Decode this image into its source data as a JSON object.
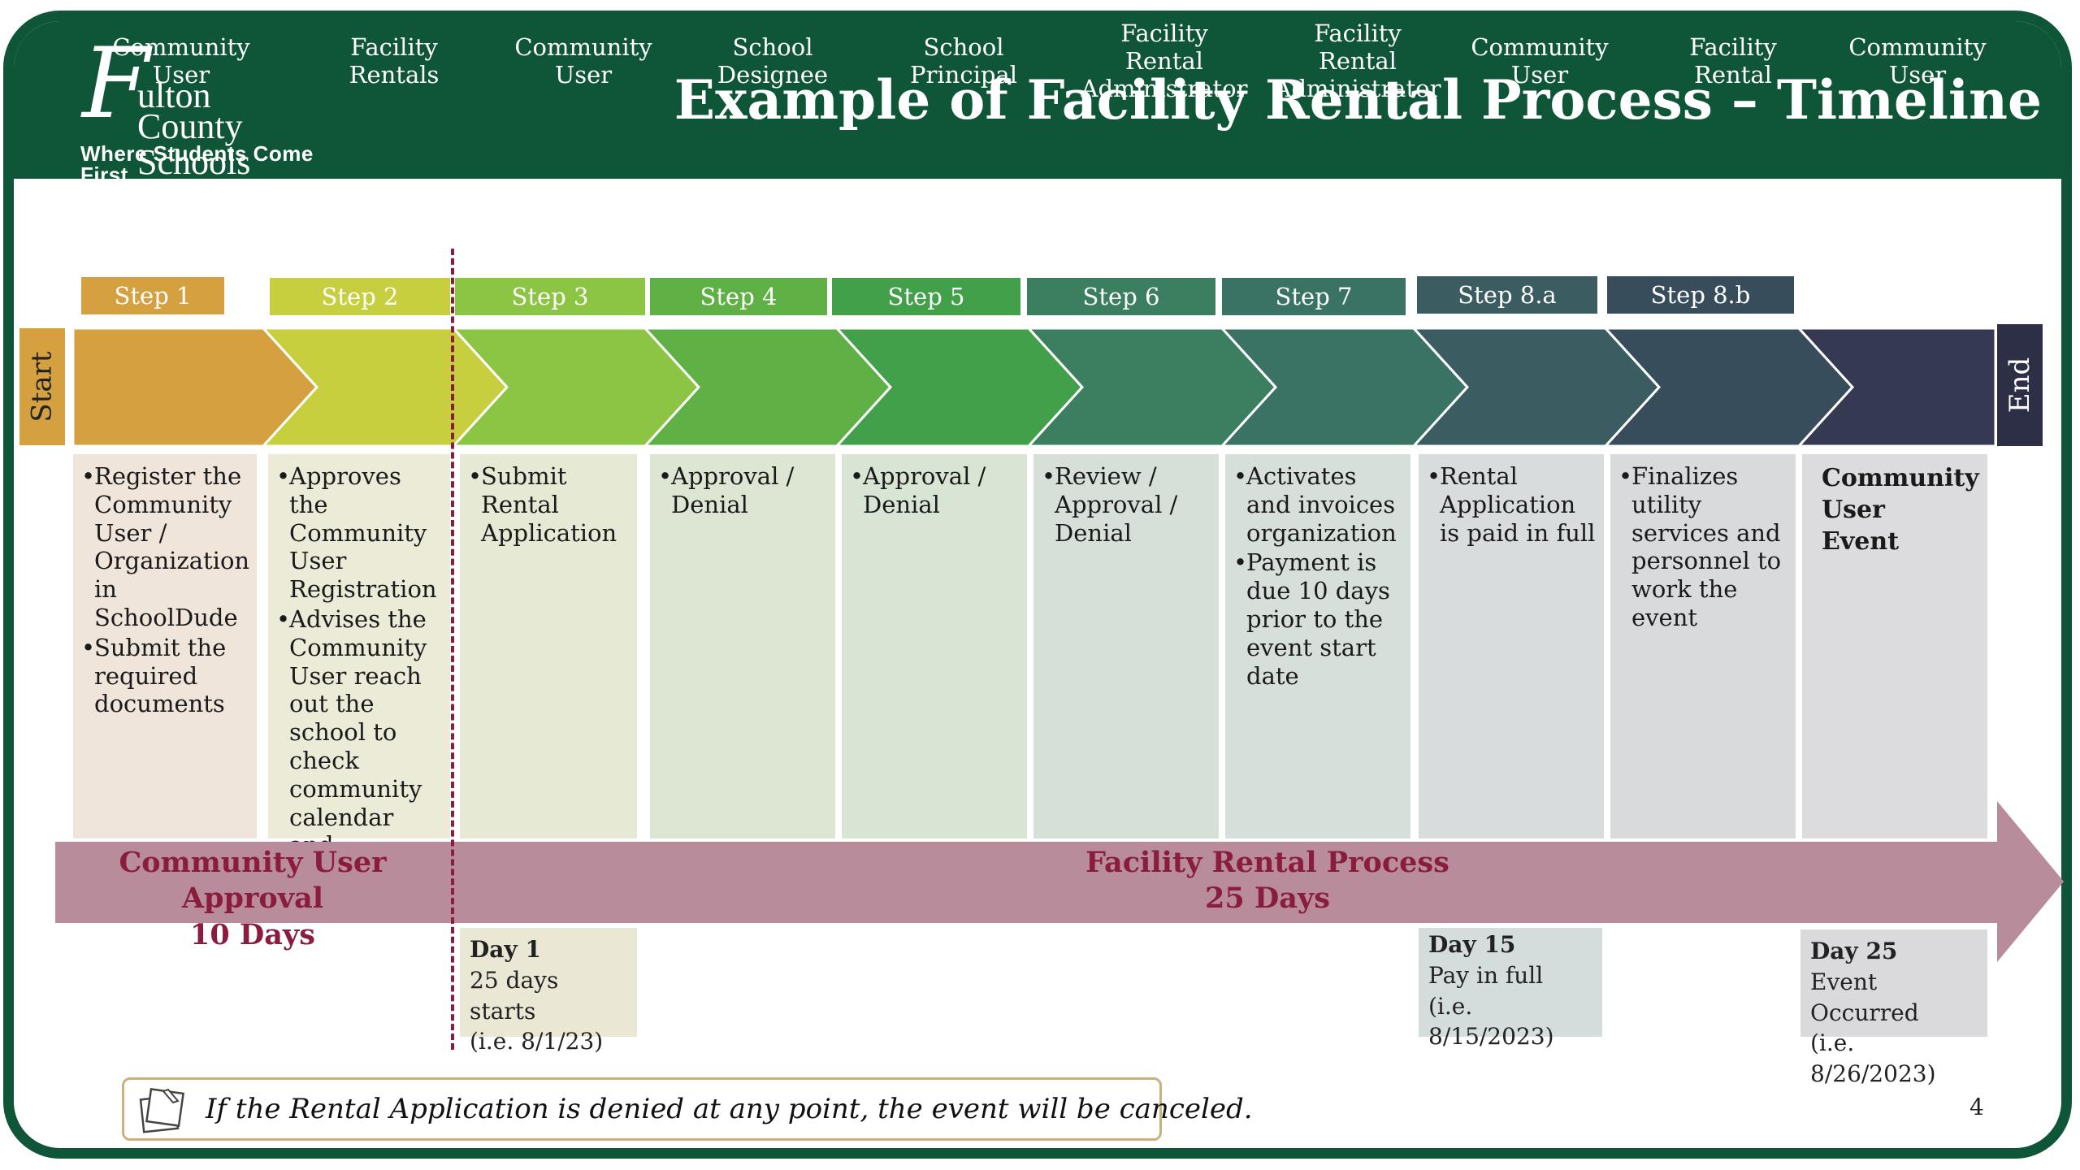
{
  "header": {
    "logo": {
      "mark": "F",
      "line1": "ulton",
      "line2": "County Schools",
      "tagline": "Where Students Come First"
    },
    "title": "Example of Facility Rental Process – Timeline"
  },
  "start_label": "Start",
  "end_label": "End",
  "colors": {
    "header_green": "#0f5538",
    "band": "#b98c9b",
    "band_text": "#8a1c3e",
    "divider": "#8a1c3e"
  },
  "steps": [
    {
      "label": "Step 1",
      "name": "Community\nUser",
      "color": "#d4a040",
      "bg": "#efe5db",
      "items": [
        "Register the Community User / Organization in SchoolDude",
        "Submit the required documents"
      ]
    },
    {
      "label": "Step 2",
      "name": "Facility\nRentals",
      "color": "#c8cf3e",
      "bg": "#ecebd8",
      "items": [
        "Approves the Community User Registration",
        "Advises the Community User reach out the school to check community calendar and availability."
      ]
    },
    {
      "label": "Step 3",
      "name": "Community\nUser",
      "color": "#8cc543",
      "bg": "#e6ead4",
      "items": [
        "Submit Rental Application"
      ]
    },
    {
      "label": "Step 4",
      "name": "School\nDesignee",
      "color": "#5fb045",
      "bg": "#dde6d2",
      "items": [
        "Approval / Denial"
      ]
    },
    {
      "label": "Step 5",
      "name": "School\nPrincipal",
      "color": "#41a049",
      "bg": "#d8e4d4",
      "items": [
        "Approval / Denial"
      ]
    },
    {
      "label": "Step 6",
      "name": "Facility\nRental\nAdministrator",
      "color": "#3b7f60",
      "bg": "#d6e0d9",
      "items": [
        "Review / Approval / Denial"
      ]
    },
    {
      "label": "Step 7",
      "name": "Facility\nRental\nAdministrator",
      "color": "#3a7363",
      "bg": "#d7dfdb",
      "items": [
        "Activates and invoices organization",
        "Payment is due 10 days prior to the event start date"
      ]
    },
    {
      "label": "Step 8.a",
      "name": "Community\nUser",
      "color": "#3b5d62",
      "bg": "#d8dcdc",
      "items": [
        "Rental Application is paid in full"
      ]
    },
    {
      "label": "Step 8.b",
      "name": "Facility\nRental",
      "color": "#384d5c",
      "bg": "#d9dadc",
      "items": [
        "Finalizes utility services and personnel to work the event"
      ]
    },
    {
      "label": "",
      "name": "Community\nUser",
      "color": "#353a52",
      "bg": "#dcdcdf",
      "event": "Community User Event"
    }
  ],
  "band": {
    "left": {
      "line1": "Community User Approval",
      "line2": "10 Days"
    },
    "right": {
      "line1": "Facility Rental Process",
      "line2": "25 Days"
    }
  },
  "day_boxes": [
    {
      "head": "Day 1",
      "line1": "25 days starts",
      "line2": "(i.e. 8/1/23)",
      "bg": "#eae8d4"
    },
    {
      "head": "Day 15",
      "line1": "Pay in full",
      "line2": "(i.e. 8/15/2023)",
      "bg": "#d5dcdc"
    },
    {
      "head": "Day 25",
      "line1": "Event Occurred",
      "line2": "(i.e. 8/26/2023)",
      "bg": "#dadadd"
    }
  ],
  "note": "If the Rental Application is denied at any point, the event will be canceled.",
  "page_number": "4"
}
